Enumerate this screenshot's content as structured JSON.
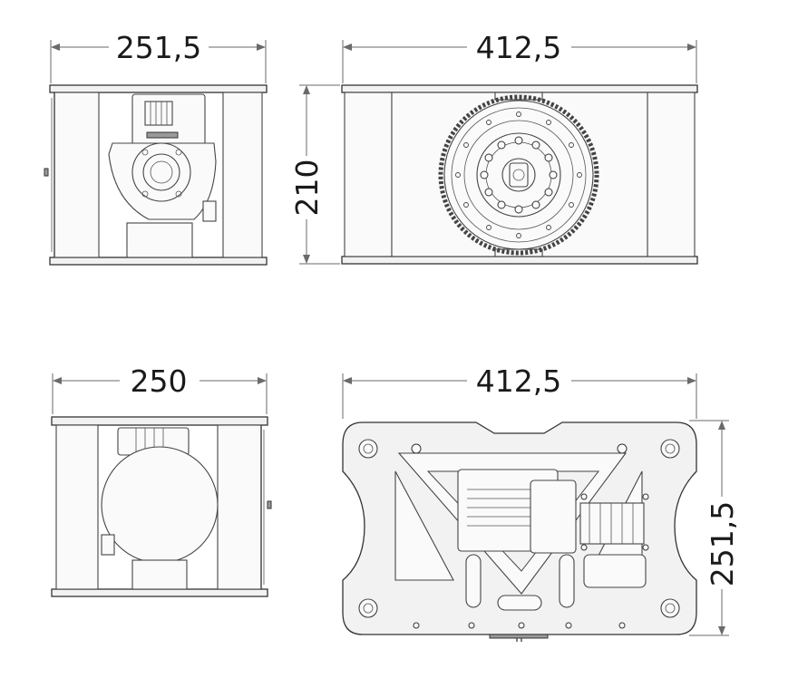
{
  "views": {
    "side_top": {
      "width_dim": "251,5"
    },
    "front_top": {
      "width_dim": "412,5",
      "height_dim": "210"
    },
    "side_bottom": {
      "width_dim": "250"
    },
    "plan_bottom": {
      "width_dim": "412,5",
      "height_dim": "251,5"
    }
  },
  "colors": {
    "line": "#3a3a3a",
    "dim": "#6a6a6a",
    "fill": "#f2f2f2"
  }
}
